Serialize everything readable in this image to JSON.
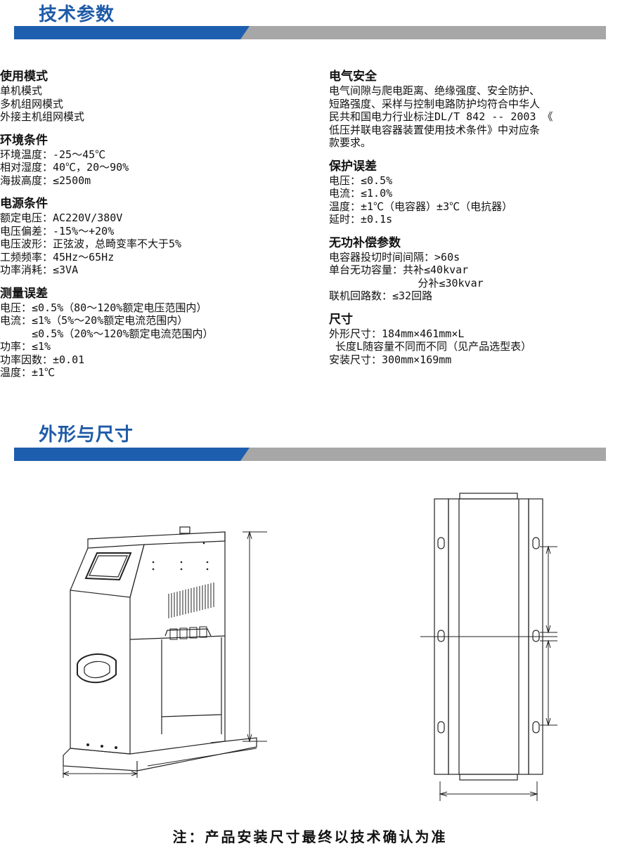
{
  "section1": {
    "title": "技术参数"
  },
  "section2": {
    "title": "外形与尺寸"
  },
  "left_groups": [
    {
      "heading": "使用模式",
      "lines": [
        "单机模式",
        "多机组网模式",
        "外接主机组网模式"
      ]
    },
    {
      "heading": "环境条件",
      "lines": [
        "环境温度：-25～45℃",
        "相对湿度：40℃，20～90%",
        "海拔高度：≤2500m"
      ]
    },
    {
      "heading": "电源条件",
      "lines": [
        "额定电压：AC220V/380V",
        "电压偏差：-15%～+20%",
        "电压波形：正弦波，总畸变率不大于5%",
        "工频频率：45Hz～65Hz",
        "功率消耗：≤3VA"
      ]
    },
    {
      "heading": "测量误差",
      "lines": [
        "电压：≤0.5%（80～120%额定电压范围内）",
        "电流：≤1%（5%～20%额定电流范围内）",
        "     ≤0.5%（20%～120%额定电流范围内）",
        "功率：≤1%",
        "功率因数：±0.01",
        "温度：±1℃"
      ]
    }
  ],
  "right_groups": [
    {
      "heading": "电气安全",
      "lines": [
        "电气间隙与爬电距离、绝缘强度、安全防护、",
        "短路强度、采样与控制电路防护均符合中华人",
        "民共和国电力行业标注DL/T 842 -- 2003 《",
        "低压并联电容器装置使用技术条件》中对应条",
        "款要求。"
      ]
    },
    {
      "heading": "保护误差",
      "lines": [
        "电压：≤0.5%",
        "电流：≤1.0%",
        "温度：±1℃（电容器）±3℃（电抗器）",
        "延时：±0.1s"
      ]
    },
    {
      "heading": "无功补偿参数",
      "lines": [
        "电容器投切时间间隔：>60s",
        "单台无功容量：共补≤40kvar",
        "              分补≤30kvar",
        "联机回路数：≤32回路"
      ]
    },
    {
      "heading": "尺寸",
      "lines": [
        "外形尺寸：184mm×461mm×L",
        " 长度L随容量不同而不同（见产品选型表）",
        "安装尺寸：300mm×169mm"
      ]
    }
  ],
  "note": "注：产品安装尺寸最终以技术确认为准",
  "colors": {
    "title_blue": "#1f5ba8",
    "banner_blue": "#1d5fae",
    "banner_gray": "#a7a7a7"
  }
}
